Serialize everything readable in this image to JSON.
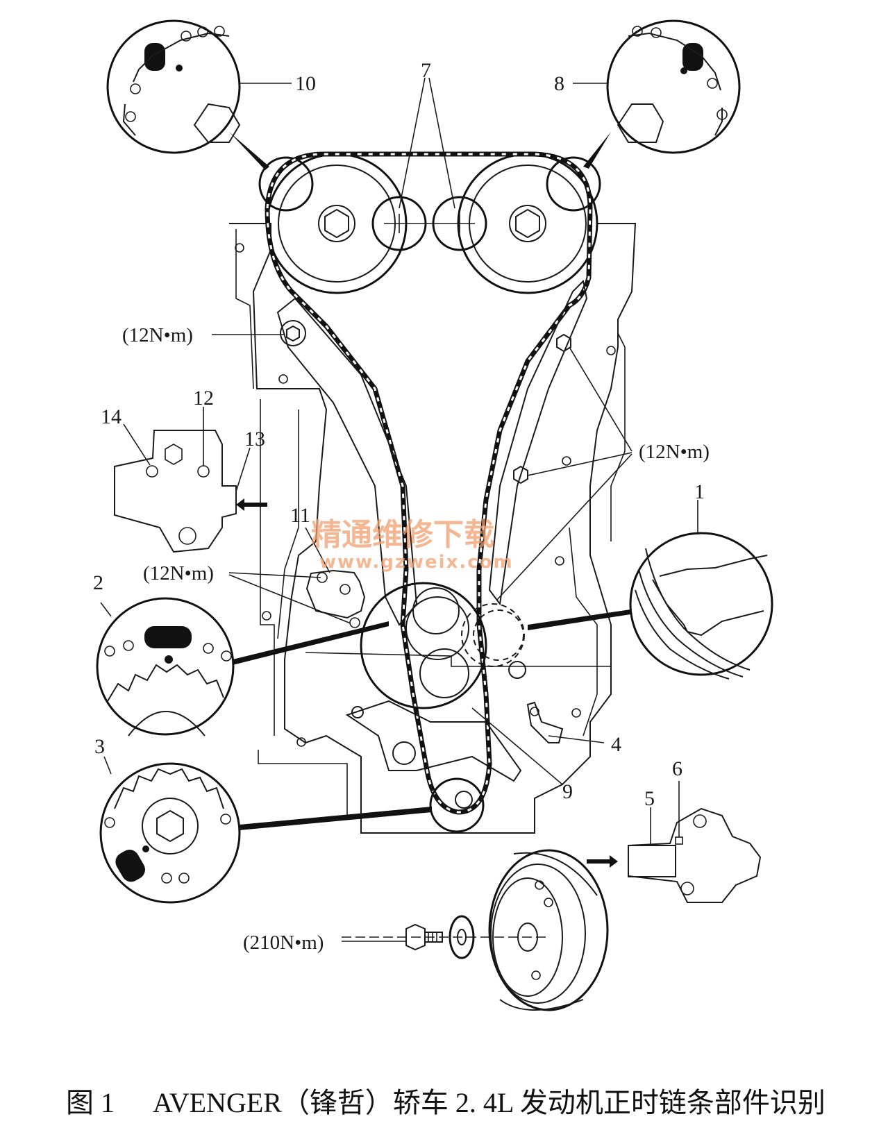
{
  "callouts": {
    "n1": "1",
    "n2": "2",
    "n3": "3",
    "n4": "4",
    "n5": "5",
    "n6": "6",
    "n7": "7",
    "n8": "8",
    "n9": "9",
    "n10": "10",
    "n11": "11",
    "n12": "12",
    "n13": "13",
    "n14": "14"
  },
  "torques": {
    "guide_bolt_left": "(12N•m)",
    "guide_bolts_right": "(12N•m)",
    "tensioner_bolts": "(12N•m)",
    "crank_bolt": "(210N•m)"
  },
  "watermark": {
    "line1": "精通维修下载",
    "line2": "www.gzweix.com"
  },
  "caption": {
    "figure_no": "图 1",
    "title": "AVENGER（锋哲）轿车 2. 4L 发动机正时链条部件识别"
  },
  "colors": {
    "ink": "#1a1a1a",
    "watermark": "#f0a070",
    "background": "#ffffff"
  }
}
